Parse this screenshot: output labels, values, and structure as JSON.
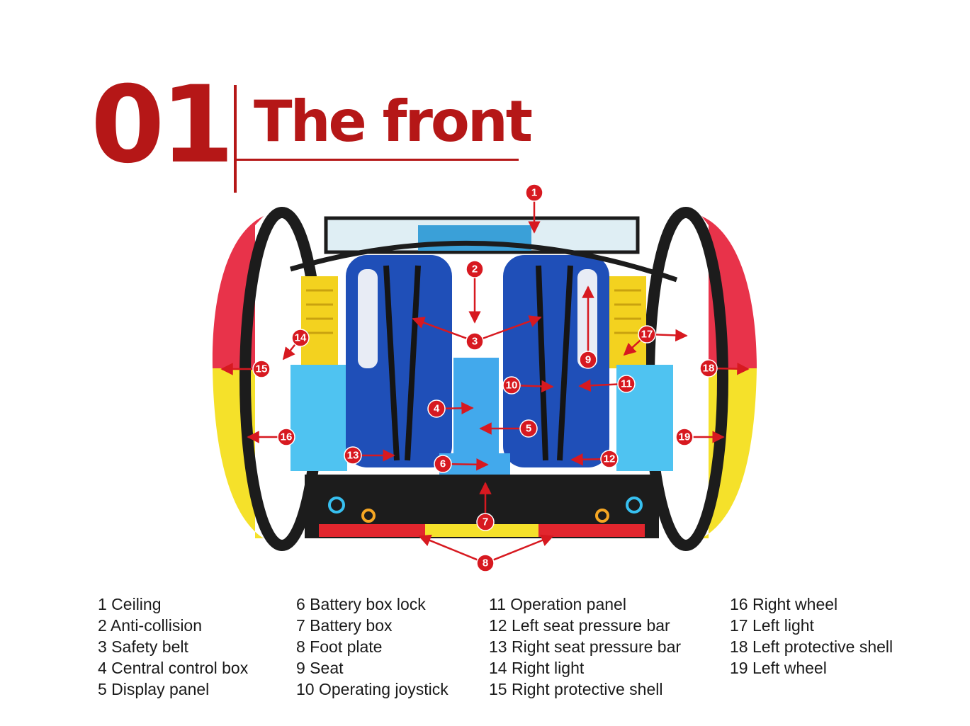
{
  "header": {
    "number": "01",
    "title": "The front"
  },
  "callouts": [
    "1",
    "2",
    "3",
    "4",
    "5",
    "6",
    "7",
    "8",
    "9",
    "10",
    "11",
    "12",
    "13",
    "14",
    "15",
    "16",
    "17",
    "18",
    "19"
  ],
  "legend": {
    "col1": [
      "1 Ceiling",
      "2 Anti-collision",
      "3 Safety belt",
      "4 Central control box",
      "5 Display panel"
    ],
    "col2": [
      "6 Battery box lock",
      "7 Battery box",
      "8 Foot plate",
      "9 Seat",
      "10 Operating joystick"
    ],
    "col3": [
      "11 Operation panel",
      "12 Left seat pressure bar",
      "13 Right seat pressure bar",
      "14 Right light",
      "15 Right protective shell"
    ],
    "col4": [
      "16 Right wheel",
      "17 Left light",
      "18 Left protective shell",
      "19 Left wheel"
    ]
  },
  "colors": {
    "accent_red": "#b51717",
    "callout_red": "#d71920",
    "shell_red": "#e8334a",
    "shell_yellow": "#f5e12a",
    "seat_blue": "#1f4fb8",
    "frame_cyan": "#4fc3f1"
  }
}
